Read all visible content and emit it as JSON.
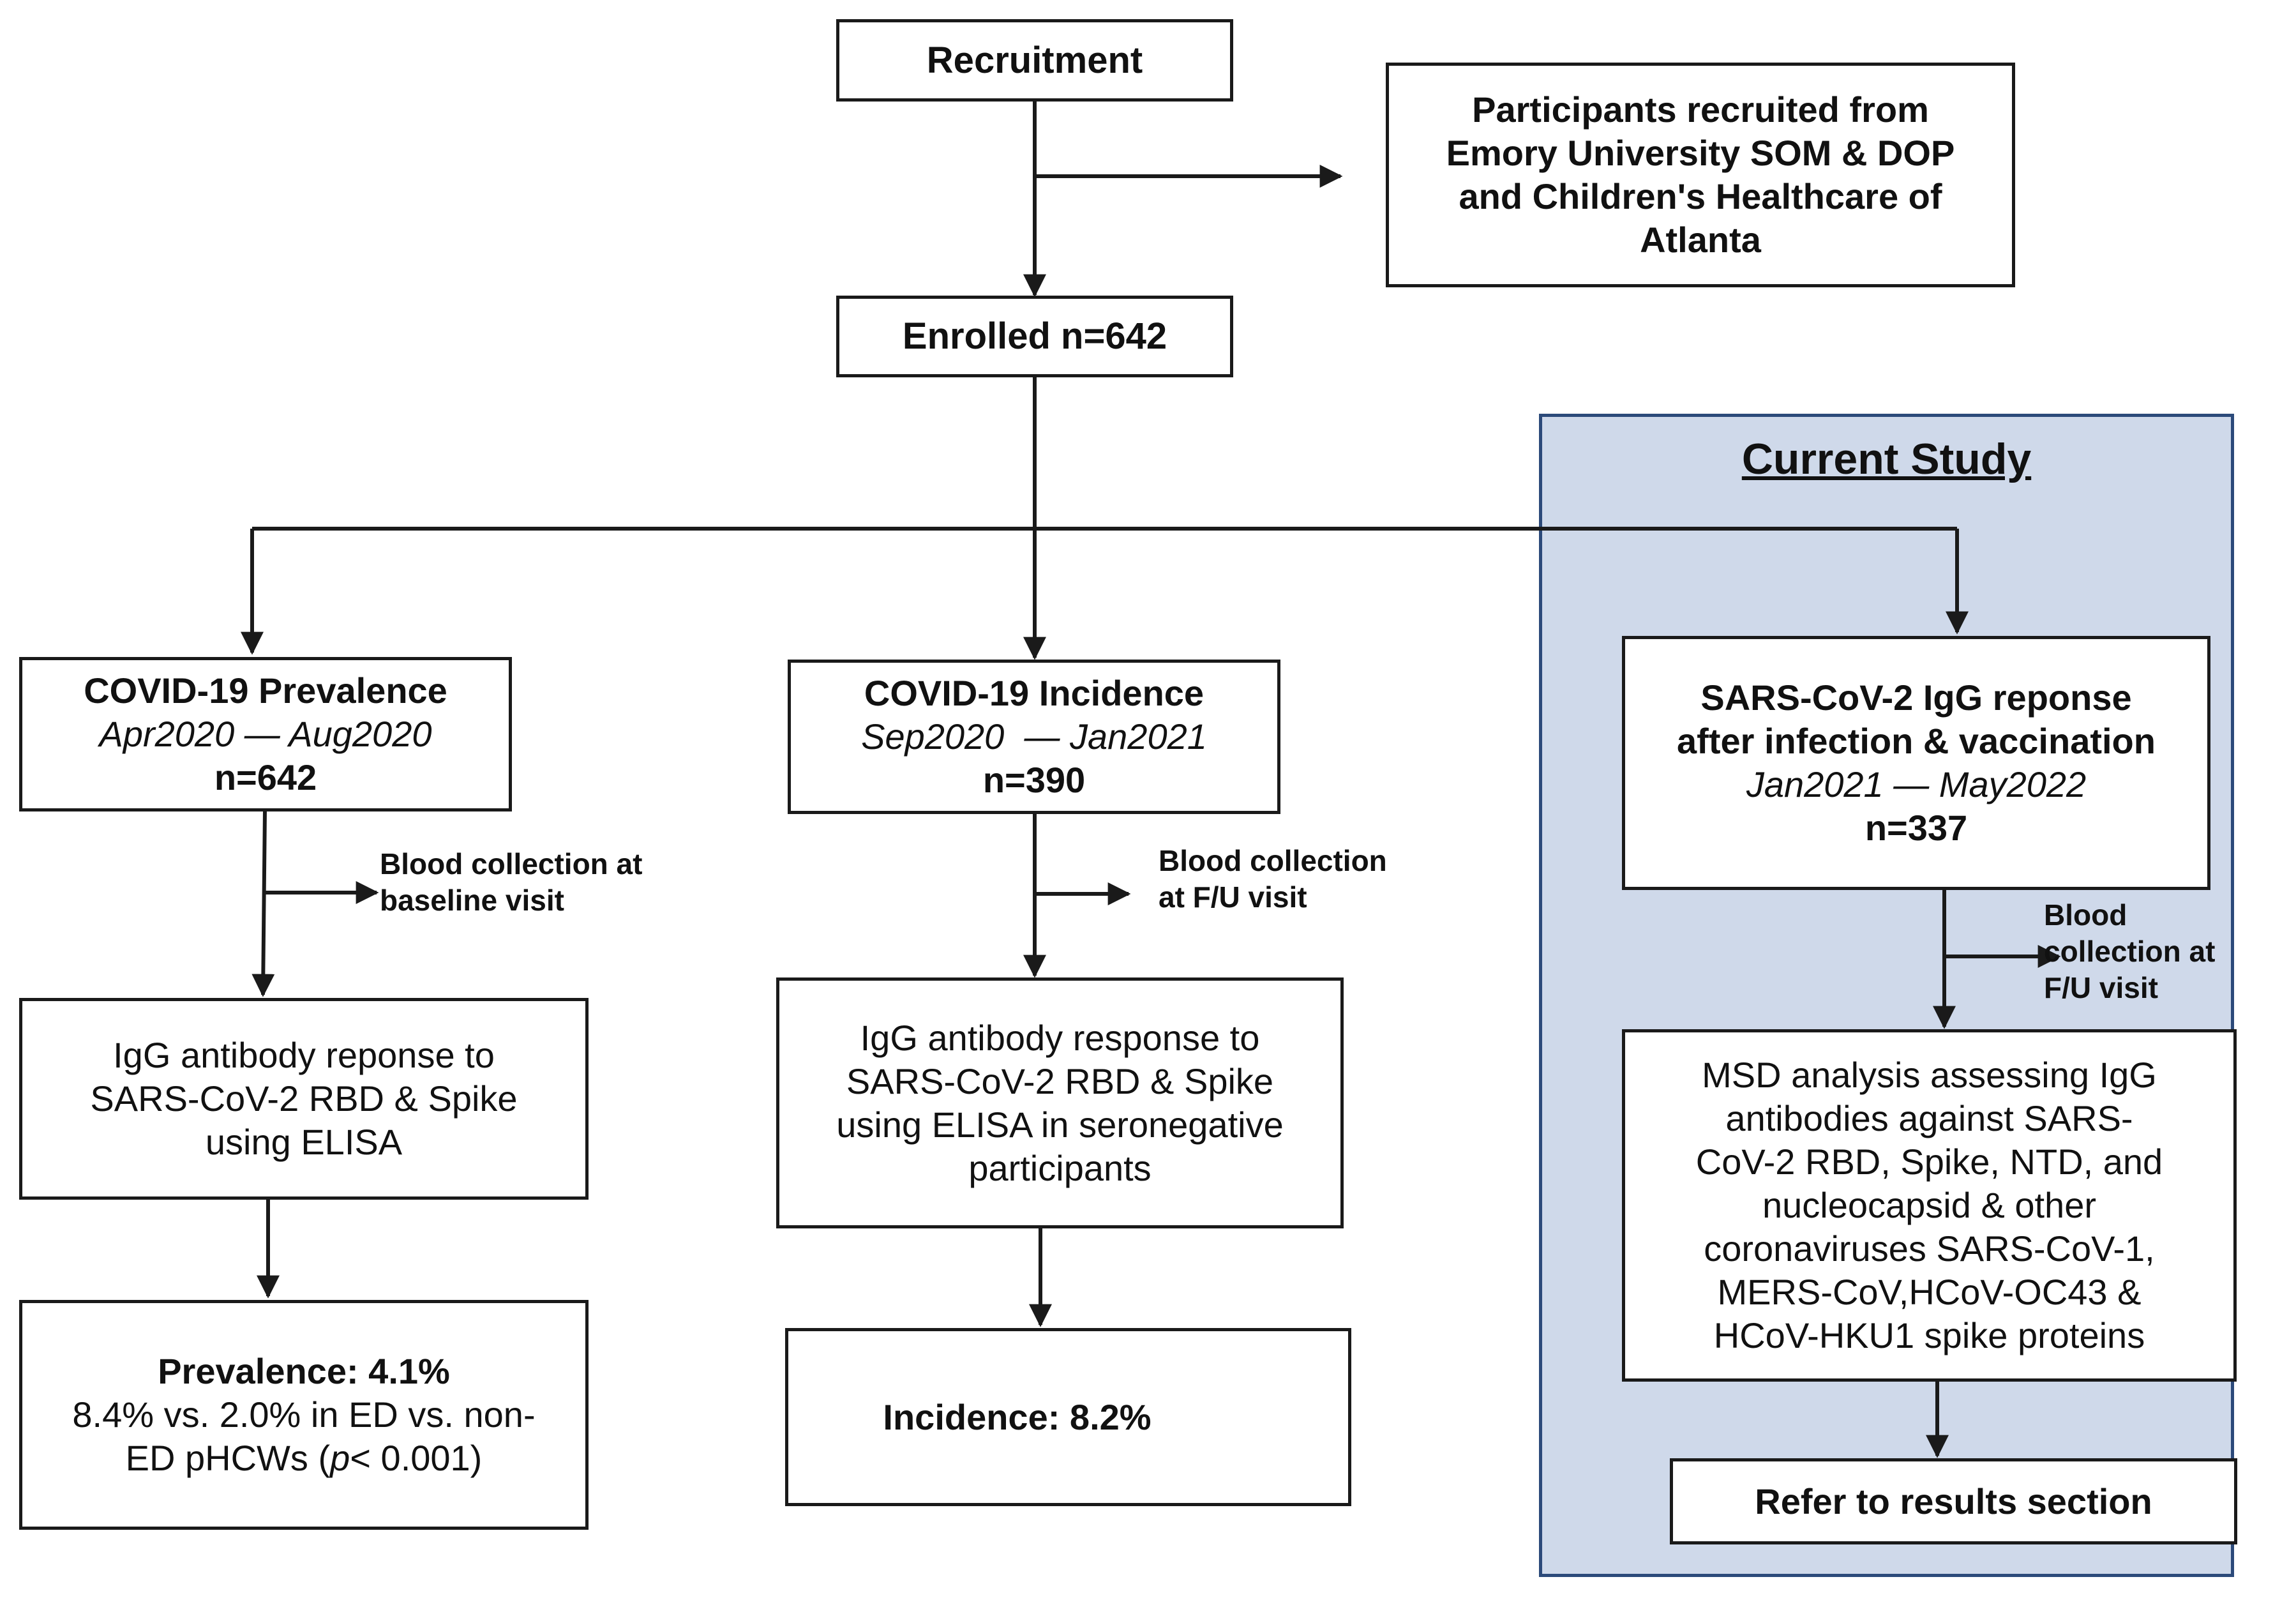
{
  "recruitment": {
    "label": "Recruitment"
  },
  "participants": {
    "lines": [
      "Participants recruited from",
      "Emory University SOM & DOP",
      "and Children's Healthcare of",
      "Atlanta"
    ]
  },
  "enrolled": {
    "label": "Enrolled n=642"
  },
  "current_study": {
    "title": "Current Study"
  },
  "prevalence_study": {
    "title": "COVID-19 Prevalence",
    "dates": "Apr2020 — Aug2020",
    "n": "n=642"
  },
  "incidence_study": {
    "title": "COVID-19 Incidence",
    "dates": "Sep2020  — Jan2021",
    "n": "n=390"
  },
  "igg_study": {
    "title_line1": "SARS-CoV-2 IgG reponse",
    "title_line2": "after infection & vaccination",
    "dates": "Jan2021 — May2022",
    "n": "n=337"
  },
  "blood_collection": {
    "baseline": [
      "Blood collection at",
      "baseline visit"
    ],
    "fu_incidence": [
      "Blood collection",
      "at F/U visit"
    ],
    "fu_current": [
      "Blood",
      "collection at",
      "F/U visit"
    ]
  },
  "prevalence_method": {
    "lines": [
      "IgG antibody reponse to",
      "SARS-CoV-2 RBD & Spike",
      "using ELISA"
    ]
  },
  "incidence_method": {
    "lines": [
      "IgG antibody response to",
      "SARS-CoV-2 RBD & Spike",
      "using ELISA in seronegative",
      "participants"
    ]
  },
  "msd_method": {
    "lines": [
      "MSD analysis assessing IgG",
      "antibodies against SARS-",
      "CoV-2 RBD, Spike, NTD, and",
      "nucleocapsid & other",
      "coronaviruses  SARS-CoV-1,",
      "MERS-CoV,HCoV-OC43 &",
      "HCoV-HKU1 spike proteins"
    ]
  },
  "prevalence_result": {
    "headline": "Prevalence: 4.1%",
    "line2": "8.4% vs. 2.0% in ED vs. non-",
    "line3_pre": "ED pHCWs (",
    "line3_p": "p",
    "line3_post": "< 0.001)"
  },
  "incidence_result": {
    "headline": "Incidence: 8.2%"
  },
  "results_ref": {
    "label": "Refer to results section"
  }
}
